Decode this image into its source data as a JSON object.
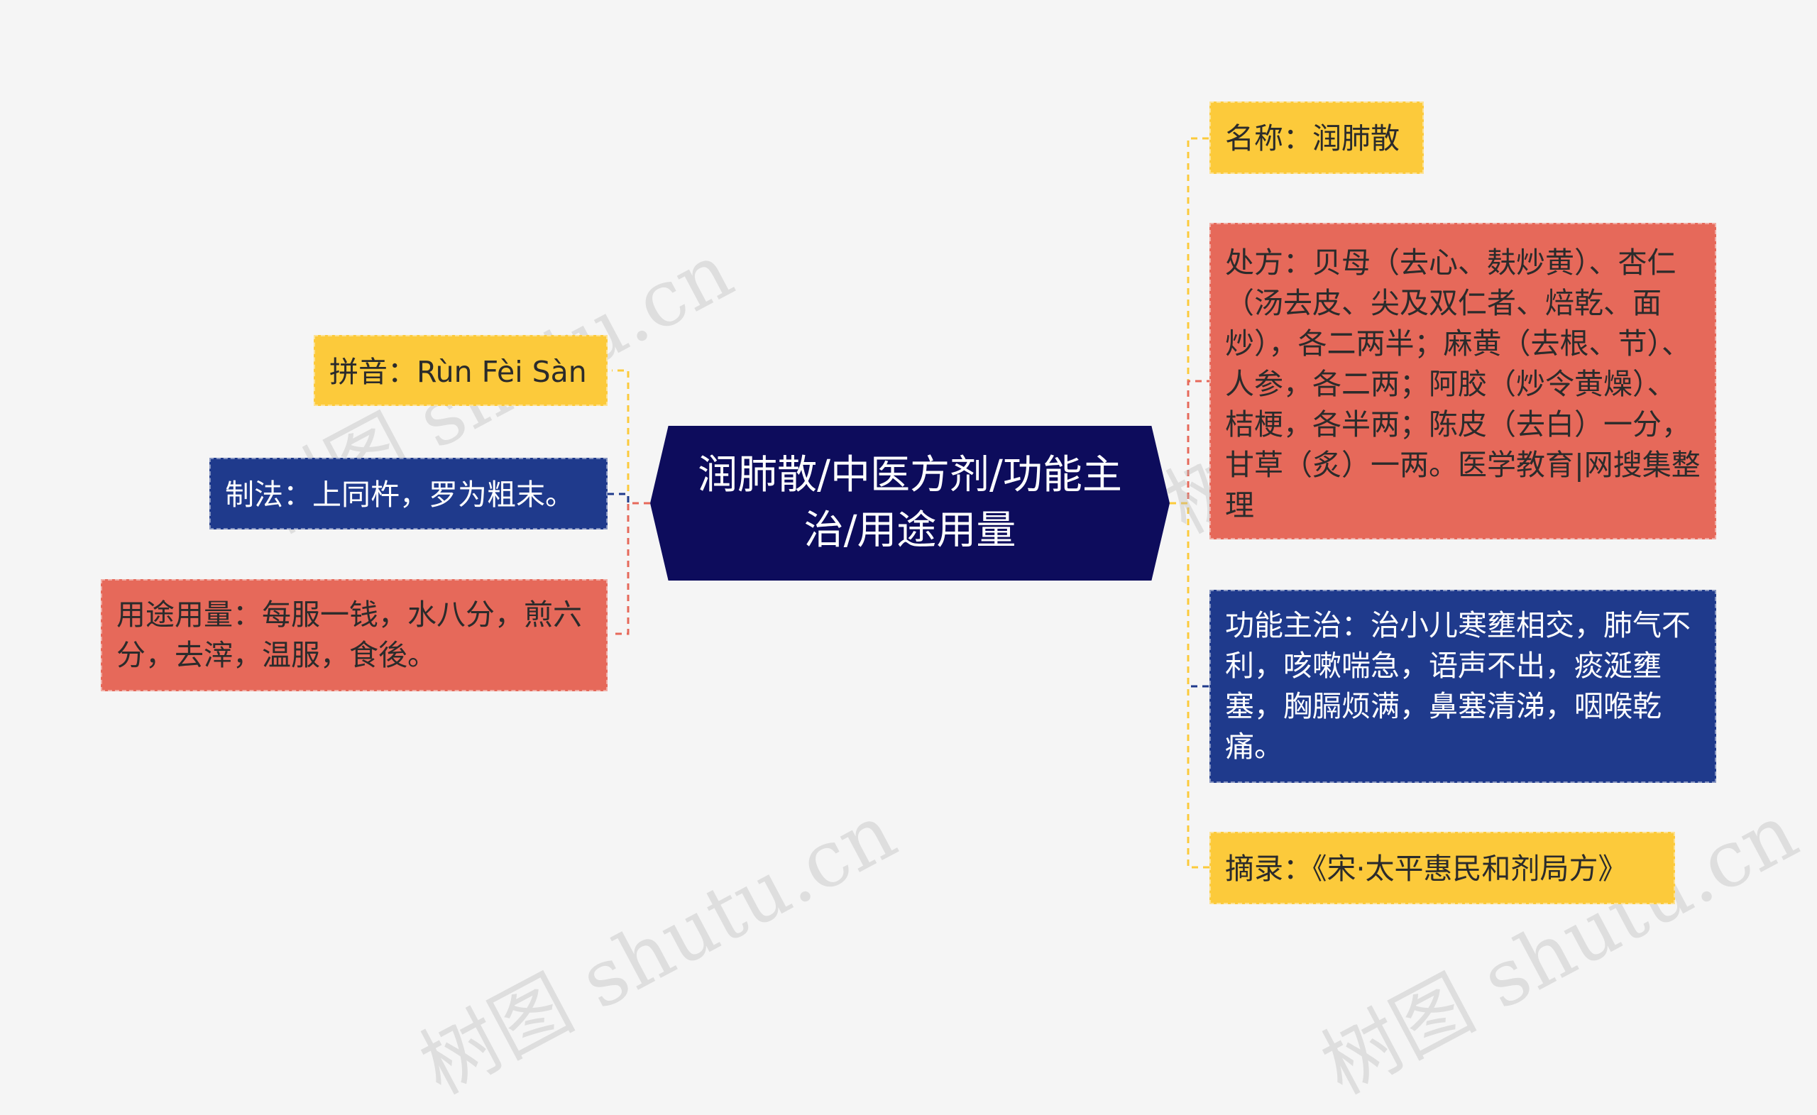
{
  "center": {
    "title": "润肺散/中医方剂/功能主治/用途用量"
  },
  "nodes": {
    "pinyin": "拼音：Rùn Fèi Sàn",
    "method": "制法：上同杵，罗为粗末。",
    "usage": "用途用量：每服一钱，水八分，煎六分，去滓，温服，食後。",
    "name": "名称：润肺散",
    "prescription": "处方：贝母（去心、麸炒黄）、杏仁（汤去皮、尖及双仁者、焙乾、面炒），各二两半；麻黄（去根、节）、人参，各二两；阿胶（炒令黄燥）、桔梗，各半两；陈皮（去白）一分，甘草（炙）一两。医学教育|网搜集整理",
    "indication": "功能主治：治小儿寒壅相交，肺气不利，咳嗽喘急，语声不出，痰涎壅塞，胸膈烦满，鼻塞清涕，咽喉乾痛。",
    "source": "摘录：《宋·太平惠民和剂局方》"
  },
  "watermarks": [
    "树图 shutu.cn",
    "树图 shutu.cn",
    "树图 shutu.cn",
    "树图 shutu.cn"
  ],
  "colors": {
    "yellow": "#fcca3b",
    "red": "#e6695a",
    "blue": "#1f3a8c",
    "center": "#0d0c5c",
    "background": "#f5f5f5"
  }
}
